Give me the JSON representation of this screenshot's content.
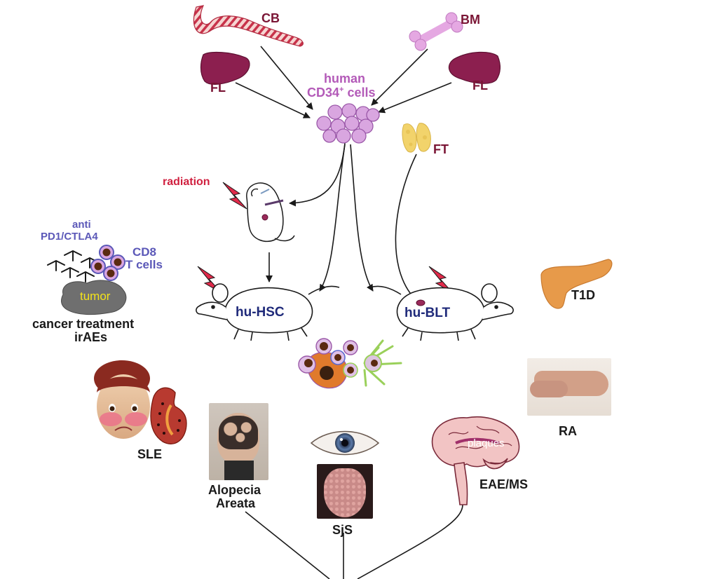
{
  "sources": {
    "cb": "CB",
    "bm": "BM",
    "fl_left": "FL",
    "fl_right": "FL",
    "ft": "FT"
  },
  "cells": {
    "line1": "human",
    "line2_pre": "CD34",
    "line2_sup": "+",
    "line2_post": " cells"
  },
  "radiation": "radiation",
  "mice": {
    "hsc": "hu-HSC",
    "blt": "hu-BLT"
  },
  "cancer": {
    "anti_line1": "anti",
    "anti_line2": "PD1/CTLA4",
    "cd8_line1": "CD8",
    "cd8_line2": "T cells",
    "tumor": "tumor",
    "label_line1": "cancer treatment",
    "label_line2": "irAEs"
  },
  "diseases": {
    "t1d": "T1D",
    "ra": "RA",
    "sle": "SLE",
    "alopecia_line1": "Alopecia",
    "alopecia_line2": "Areata",
    "sjs": "SjS",
    "eae": "EAE/MS",
    "plaques": "plaques"
  },
  "colors": {
    "maroon": "#7a1535",
    "cell_purple": "#d9a6e0",
    "cell_purple_edge": "#9a58a8",
    "navy": "#1f2a7a",
    "radiation_red": "#d0203f",
    "pancreas": "#e79a4a",
    "thymus": "#f2d36b",
    "tumor_gray": "#6f6f6f",
    "tumor_text": "#f3e21b"
  }
}
